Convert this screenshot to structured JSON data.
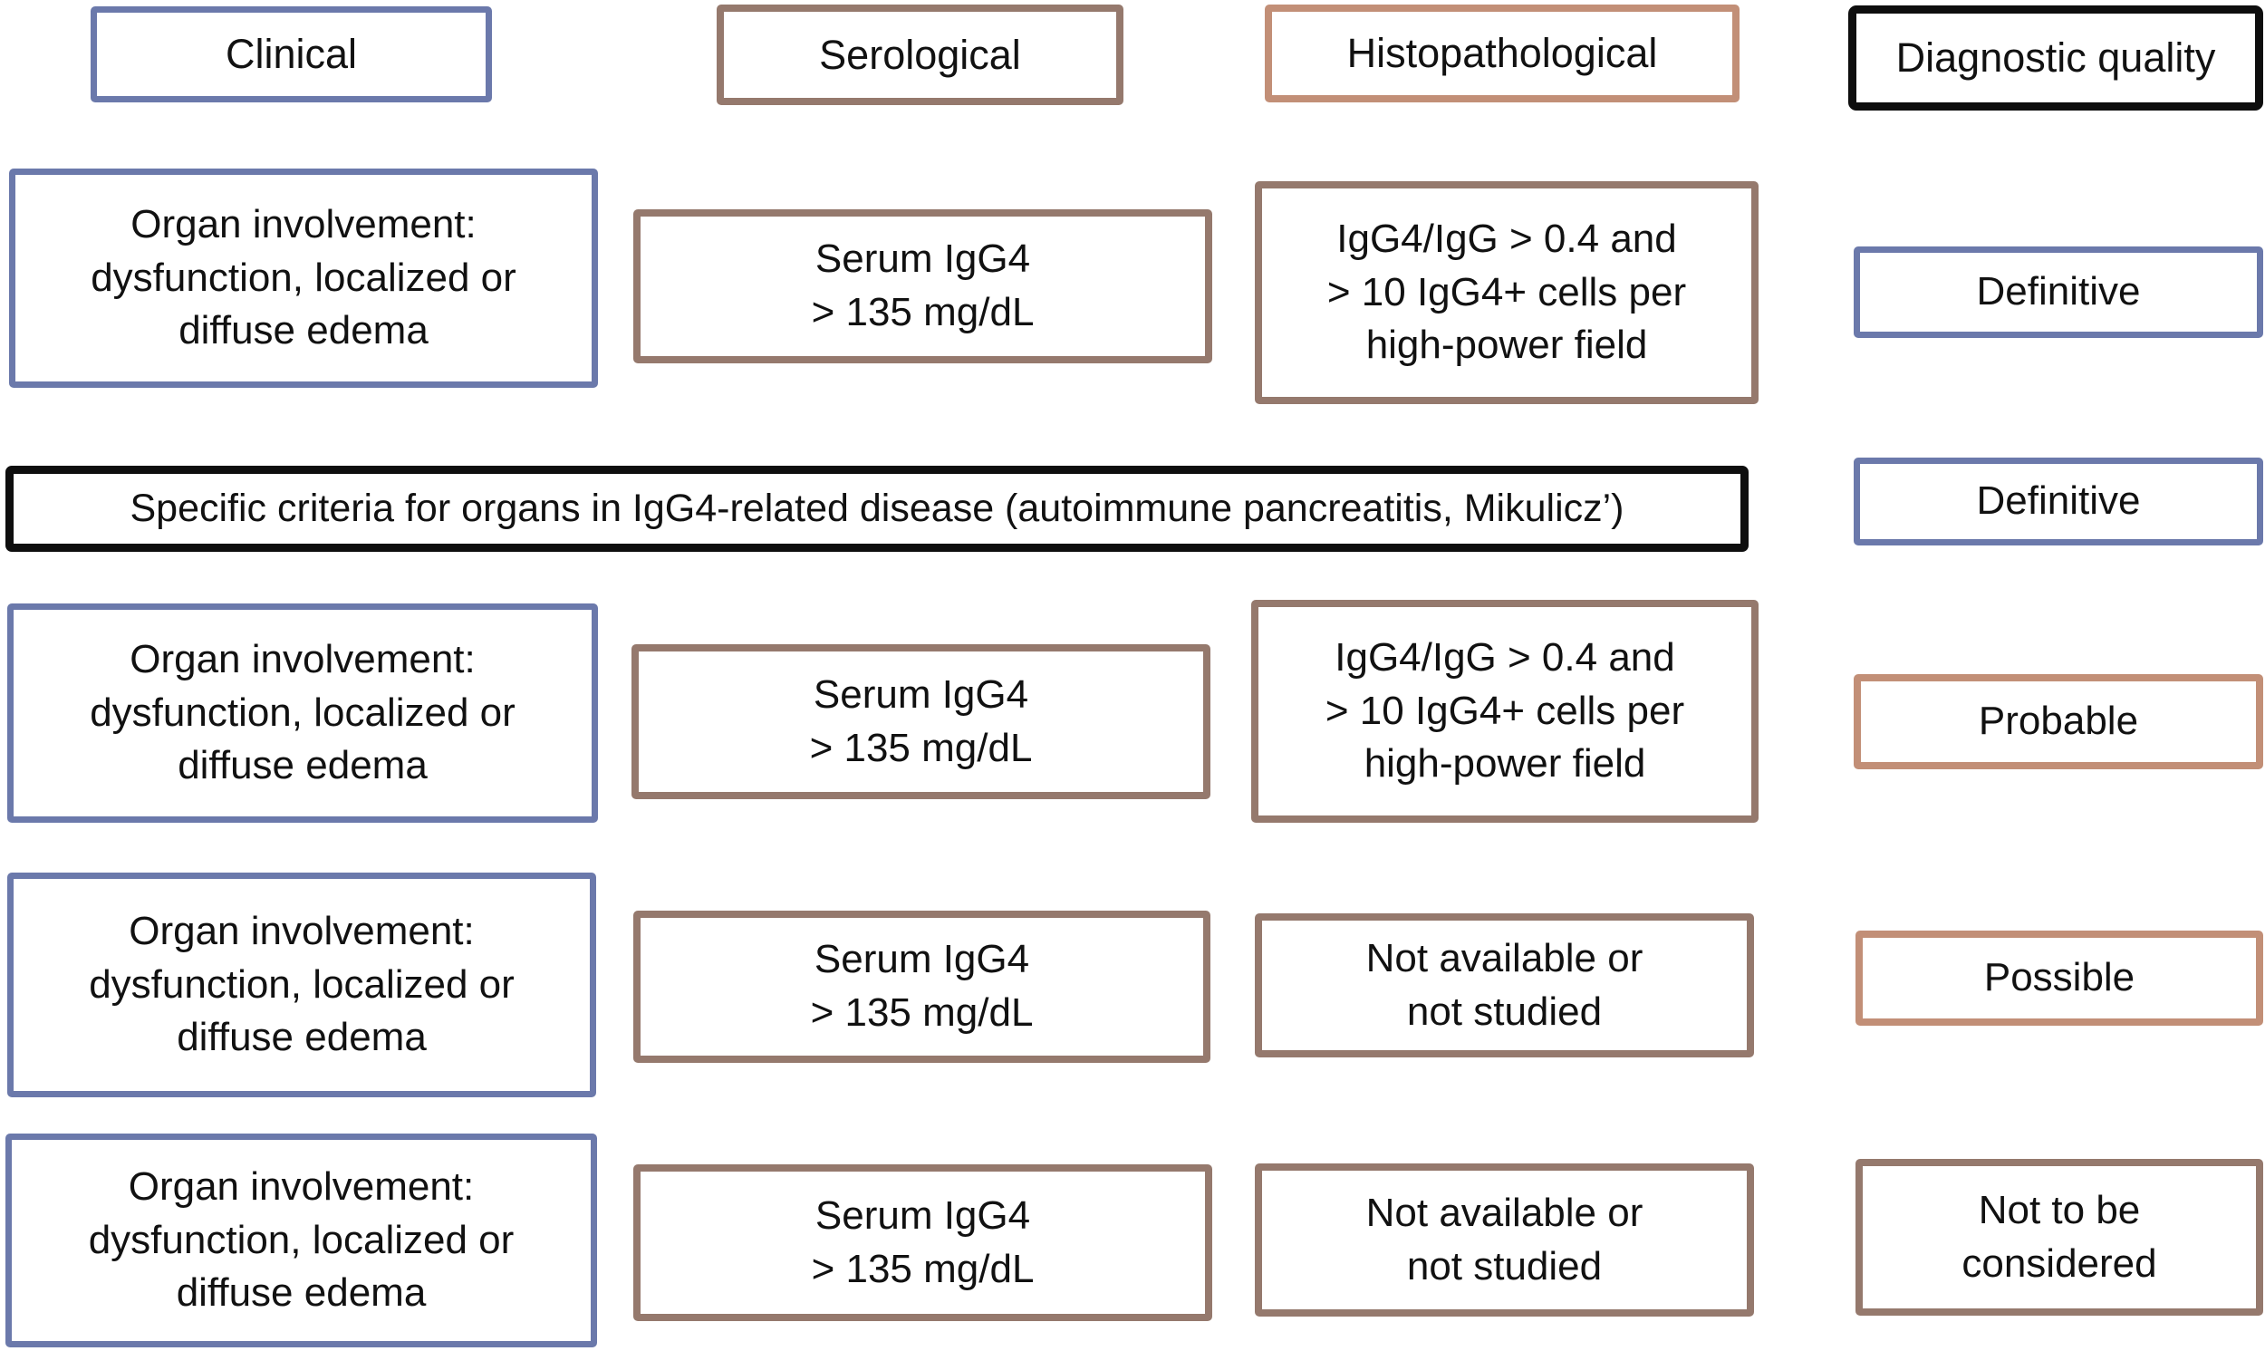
{
  "colors": {
    "blue": "#6b79ab",
    "brown": "#95796d",
    "salmon": "#c28f77",
    "black": "#0e0e0e"
  },
  "column_headers": {
    "clinical": "Clinical",
    "serological": "Serological",
    "histopathological": "Histopathological",
    "diagnostic_quality": "Diagnostic quality"
  },
  "rows": [
    {
      "clinical": "Organ involvement:\ndysfunction, localized or\ndiffuse edema",
      "serological": "Serum IgG4\n> 135 mg/dL",
      "histopathological": "IgG4/IgG > 0.4 and\n> 10 IgG4+ cells per\nhigh-power field",
      "diagnostic_quality": "Definitive"
    },
    {
      "combined_criteria": "Specific criteria for organs in IgG4-related disease (autoimmune pancreatitis, Mikulicz’)",
      "diagnostic_quality": "Definitive"
    },
    {
      "clinical": "Organ involvement:\ndysfunction, localized or\ndiffuse edema",
      "serological": "Serum IgG4\n> 135 mg/dL",
      "histopathological": "IgG4/IgG > 0.4 and\n> 10 IgG4+ cells per\nhigh-power field",
      "diagnostic_quality": "Probable"
    },
    {
      "clinical": "Organ involvement:\ndysfunction, localized or\ndiffuse edema",
      "serological": "Serum IgG4\n> 135 mg/dL",
      "histopathological": "Not available or\nnot studied",
      "diagnostic_quality": "Possible"
    },
    {
      "clinical": "Organ involvement:\ndysfunction, localized or\ndiffuse edema",
      "serological": "Serum IgG4\n> 135 mg/dL",
      "histopathological": "Not available or\nnot studied",
      "diagnostic_quality": "Not to be\nconsidered"
    }
  ]
}
